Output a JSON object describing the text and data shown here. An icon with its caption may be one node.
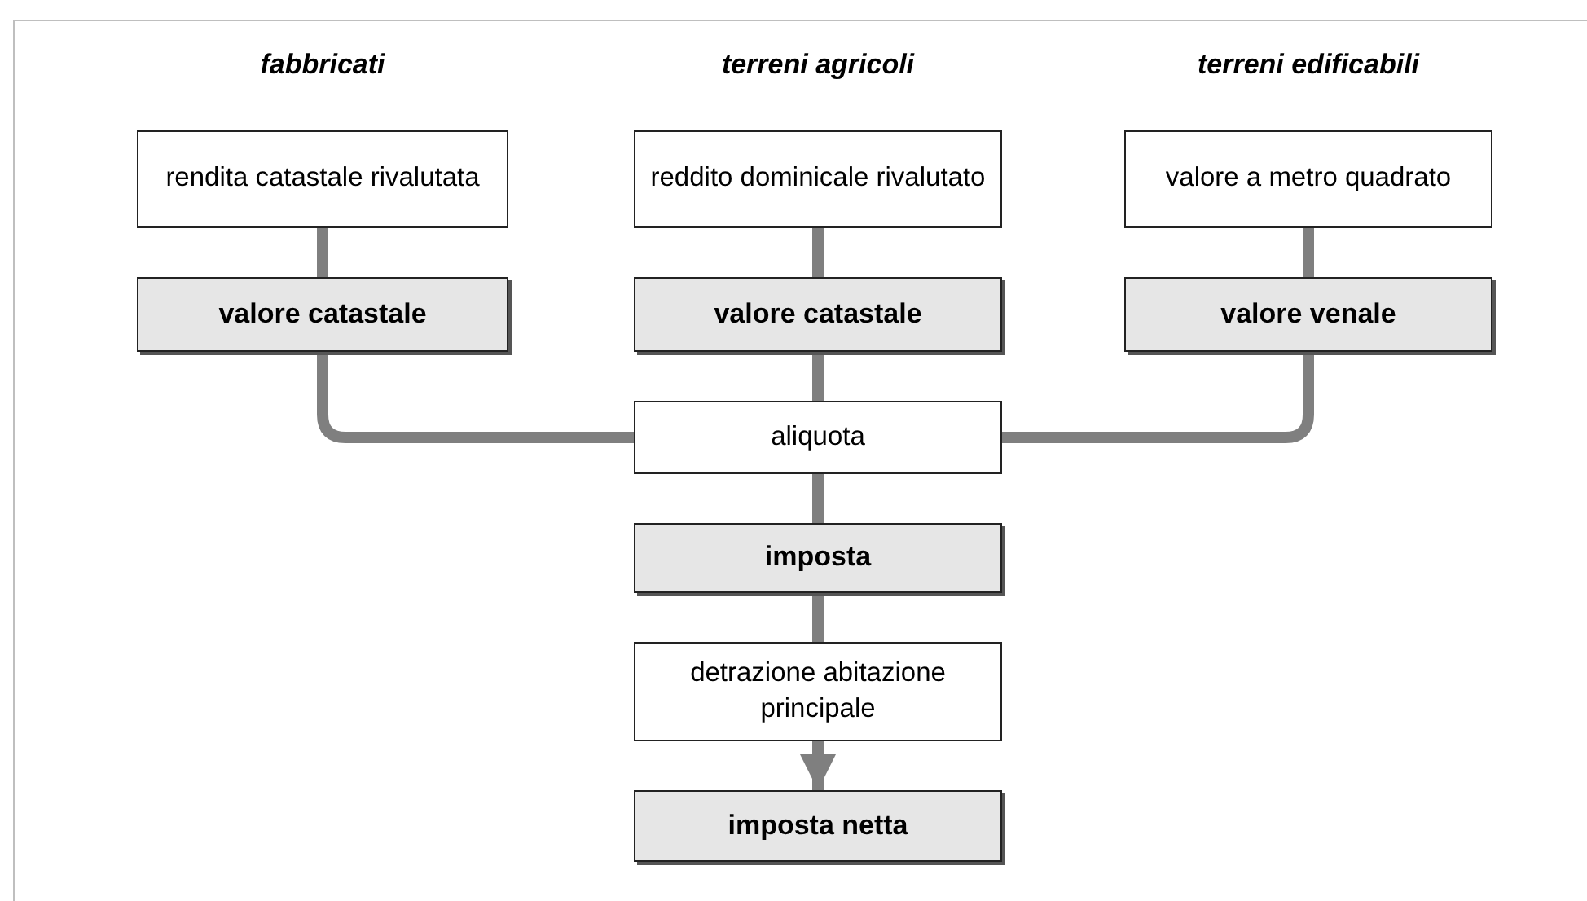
{
  "diagram": {
    "nodes": [
      {
        "text": [
          "rendita catastale rivalutata"
        ]
      },
      {
        "text": [
          "reddito dominicale rivalutato"
        ]
      },
      {
        "text": [
          "valore a metro quadrato"
        ]
      },
      {
        "text": [
          "valore catastale"
        ]
      },
      {
        "text": [
          "valore catastale"
        ]
      },
      {
        "text": [
          "valore venale"
        ]
      },
      {
        "text": [
          "aliquota"
        ]
      },
      {
        "text": [
          "imposta"
        ]
      },
      {
        "text": [
          "detrazione abitazione principale"
        ]
      },
      {
        "text": [
          "imposta netta"
        ]
      }
    ],
    "edges": [
      {
        "from": 0,
        "to": 3,
        "arrow": "none"
      },
      {
        "from": 1,
        "to": 4,
        "arrow": "none"
      },
      {
        "from": 2,
        "to": 5,
        "arrow": "none"
      },
      {
        "from": 3,
        "to": 6,
        "arrow": "none"
      },
      {
        "from": 4,
        "to": 6,
        "arrow": "none"
      },
      {
        "from": 5,
        "to": 6,
        "arrow": "none"
      },
      {
        "from": 6,
        "to": 7,
        "arrow": "none"
      },
      {
        "from": 7,
        "to": 8,
        "arrow": "none"
      },
      {
        "from": 8,
        "to": 9,
        "arrow": "to"
      }
    ],
    "labels": [
      "fabbricati",
      "terreni agricoli",
      "terreni edificabili"
    ]
  }
}
